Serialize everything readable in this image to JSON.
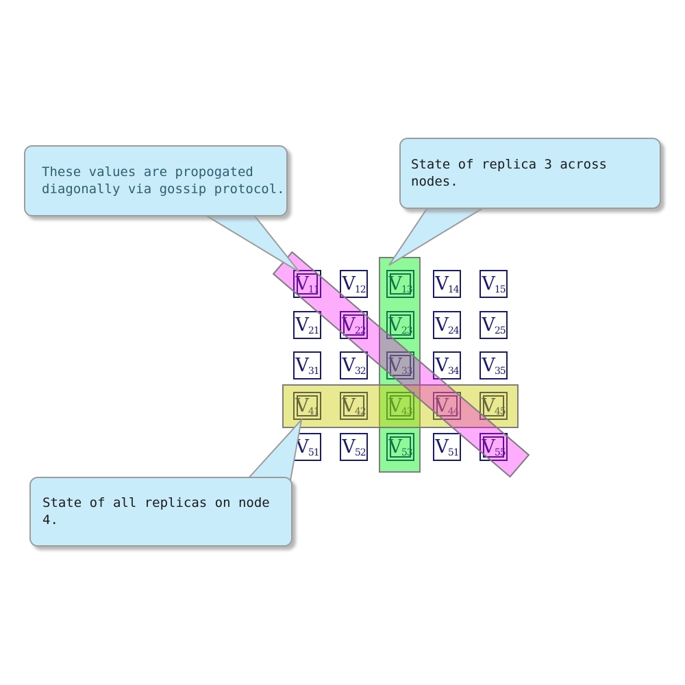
{
  "matrix": {
    "base_symbol": "V",
    "rows": 5,
    "cols": 5,
    "cell_subscripts": [
      [
        "11",
        "12",
        "13",
        "14",
        "15"
      ],
      [
        "21",
        "22",
        "23",
        "24",
        "25"
      ],
      [
        "31",
        "32",
        "33",
        "34",
        "35"
      ],
      [
        "41",
        "42",
        "43",
        "44",
        "45"
      ],
      [
        "51",
        "52",
        "53",
        "51",
        "55"
      ]
    ],
    "highlights": {
      "green_column": 3,
      "yellow_row": 4,
      "magenta_diagonal_cells": [
        [
          1,
          1
        ],
        [
          2,
          2
        ],
        [
          3,
          3
        ],
        [
          4,
          4
        ],
        [
          5,
          5
        ]
      ]
    }
  },
  "callouts": {
    "gossip": {
      "text": "These values are propogated\ndiagonally via gossip protocol.",
      "text_color": "#2e5f6e"
    },
    "replica3": {
      "text": "State of replica 3 across nodes.",
      "text_color": "#1a1a1a"
    },
    "node4": {
      "text": "State of all replicas on node 4.",
      "text_color": "#1a1a1a"
    }
  },
  "colors": {
    "callout_fill": "#c9ecfb",
    "callout_border": "#9c9c9c",
    "band_border": "#7d7d7d",
    "green_band_fill": "rgba(0,238,20,0.44)",
    "yellow_band_fill": "rgba(205,205,0,0.43)",
    "magenta_band_fill": "rgba(250,0,245,0.32)",
    "cell_border": "#191970",
    "cell_text": "#191970"
  }
}
